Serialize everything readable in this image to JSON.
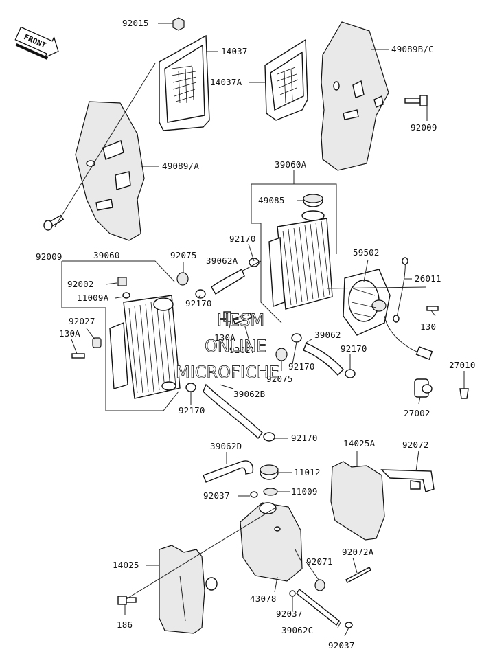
{
  "front_label": "FRONT",
  "watermark": [
    "HESM",
    "ONLINE",
    "MICROFICHE"
  ],
  "labels": [
    "92015",
    "14037",
    "49089B/C",
    "14037A",
    "92009",
    "49089/A",
    "92009",
    "39060A",
    "49085",
    "92170",
    "39062A",
    "59502",
    "26011",
    "39060",
    "92075",
    "92002",
    "11009A",
    "92027",
    "130A",
    "92170",
    "130A",
    "92027",
    "39062",
    "130",
    "92170",
    "27010",
    "92075",
    "92170",
    "27002",
    "92170",
    "39062B",
    "92170",
    "39062D",
    "14025A",
    "92072",
    "11012",
    "92037",
    "11009",
    "14025",
    "92071",
    "92072A",
    "43078",
    "186",
    "92037",
    "39062C",
    "92037"
  ]
}
